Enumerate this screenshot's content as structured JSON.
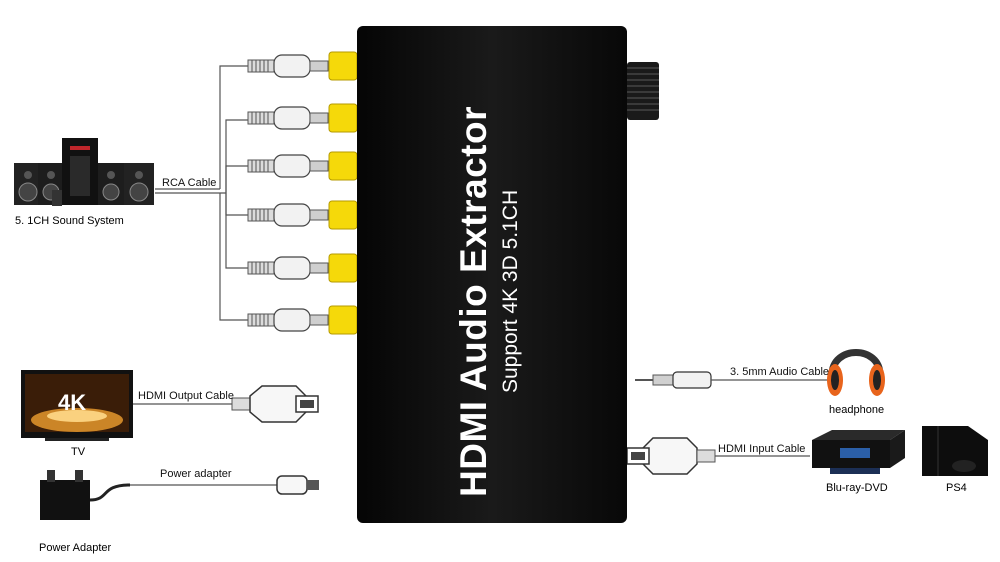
{
  "device": {
    "title": "HDMI Audio Extractor",
    "subtitle": "Support 4K 3D 5.1CH"
  },
  "labels": {
    "rca_cable": "RCA Cable",
    "sound_system": "5. 1CH  Sound System",
    "hdmi_output_cable": "HDMI Output  Cable",
    "tv": "TV",
    "tv_badge": "4K",
    "power_adapter_cable": "Power adapter",
    "power_adapter": "Power Adapter",
    "audio_cable": "3. 5mm Audio Cable",
    "headphone": "headphone",
    "hdmi_input_cable": "HDMI Input  Cable",
    "bluray": "Blu-ray-DVD",
    "ps4": "PS4"
  },
  "colors": {
    "device_body": "#111111",
    "rca_jack": "#f5d90a",
    "headphone_accent": "#e8641c",
    "tv_glow": "#f0a030"
  },
  "rca_outputs": 6
}
